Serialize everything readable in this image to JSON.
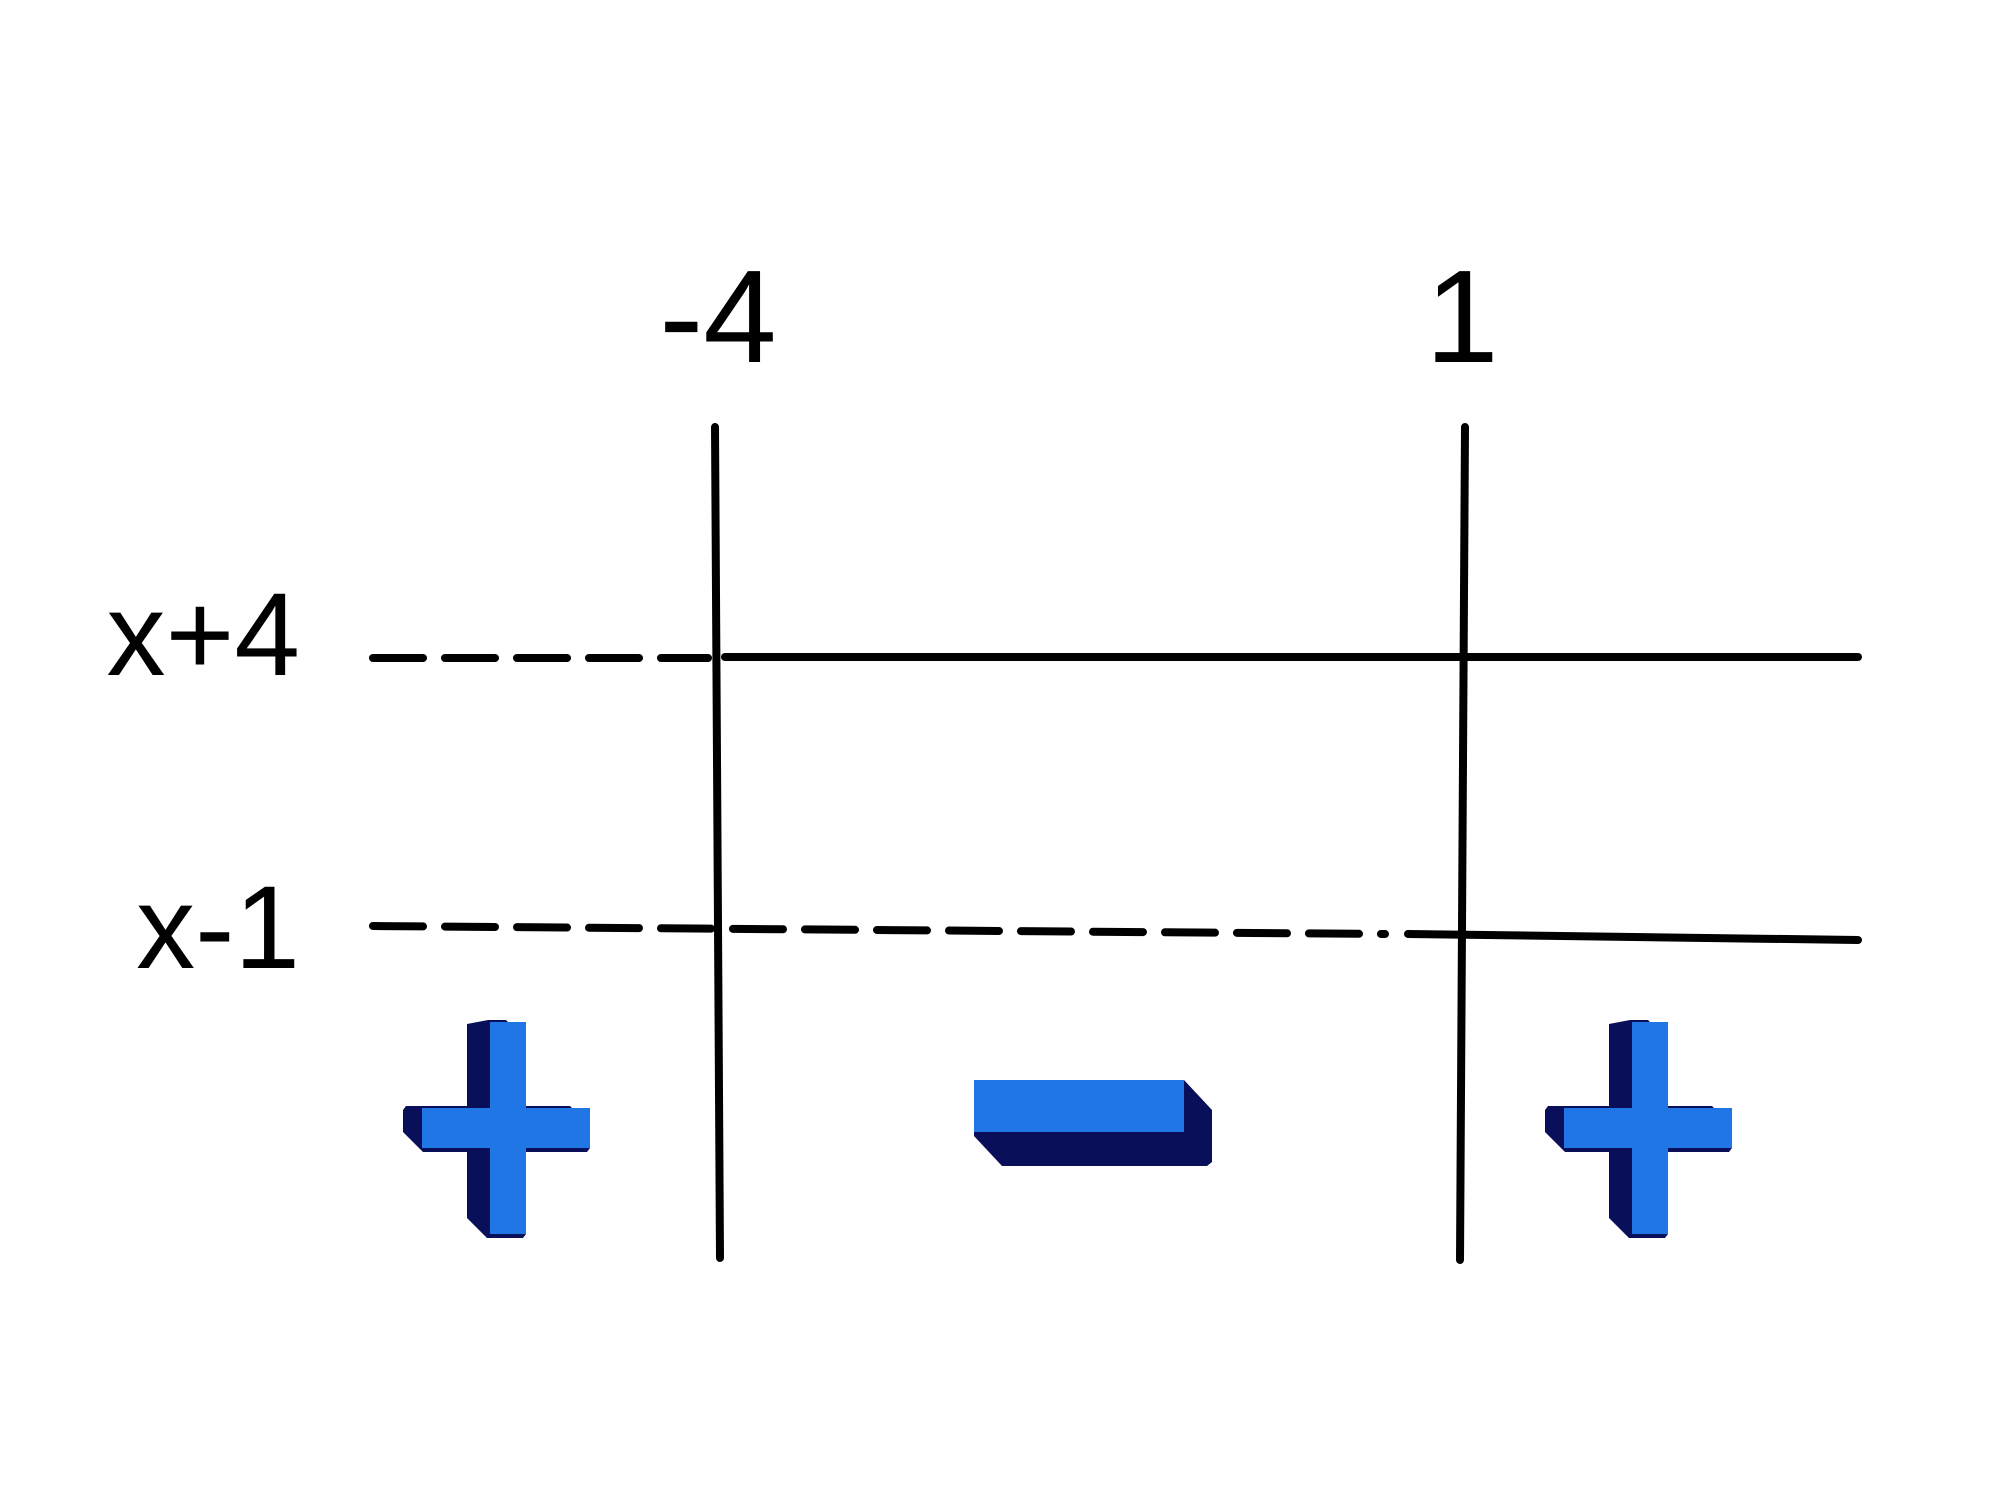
{
  "critical_points": [
    {
      "label": "-4"
    },
    {
      "label": "1"
    }
  ],
  "factors": [
    {
      "label": "x+4"
    },
    {
      "label": "x-1"
    }
  ],
  "interval_signs": [
    {
      "sign": "+",
      "name": "plus"
    },
    {
      "sign": "−",
      "name": "minus"
    },
    {
      "sign": "+",
      "name": "plus"
    }
  ],
  "colors": {
    "line": "#000000",
    "sign_face": "#2176e6",
    "sign_shadow": "#0a0f5a",
    "background": "#ffffff"
  }
}
